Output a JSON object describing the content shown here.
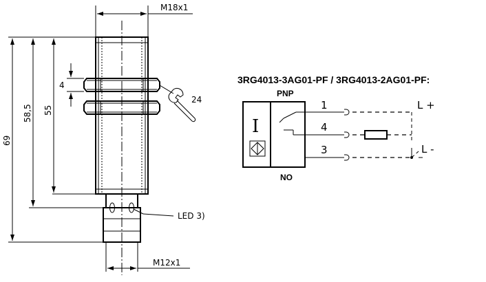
{
  "dimensions": {
    "thread_top": "M18x1",
    "thread_bottom": "M12x1",
    "total_length": "69",
    "length_58_5": "58,5",
    "length_55": "55",
    "nut_thickness": "4",
    "wrench_size": "24",
    "led_label": "LED 3)"
  },
  "wiring": {
    "title": "3RG4013-3AG01-PF / 3RG4013-2AG01-PF:",
    "output_type_top": "PNP",
    "output_type_bottom": "NO",
    "symbol_inductive": "I",
    "pins": [
      "1",
      "4",
      "3"
    ],
    "terminals": [
      "L +",
      "L -"
    ]
  },
  "icons": {
    "wrench": "wrench-icon",
    "led": "led-icon",
    "load_resistor": "resistor-icon",
    "sensor_symbol": "inductive-sensor-icon"
  }
}
